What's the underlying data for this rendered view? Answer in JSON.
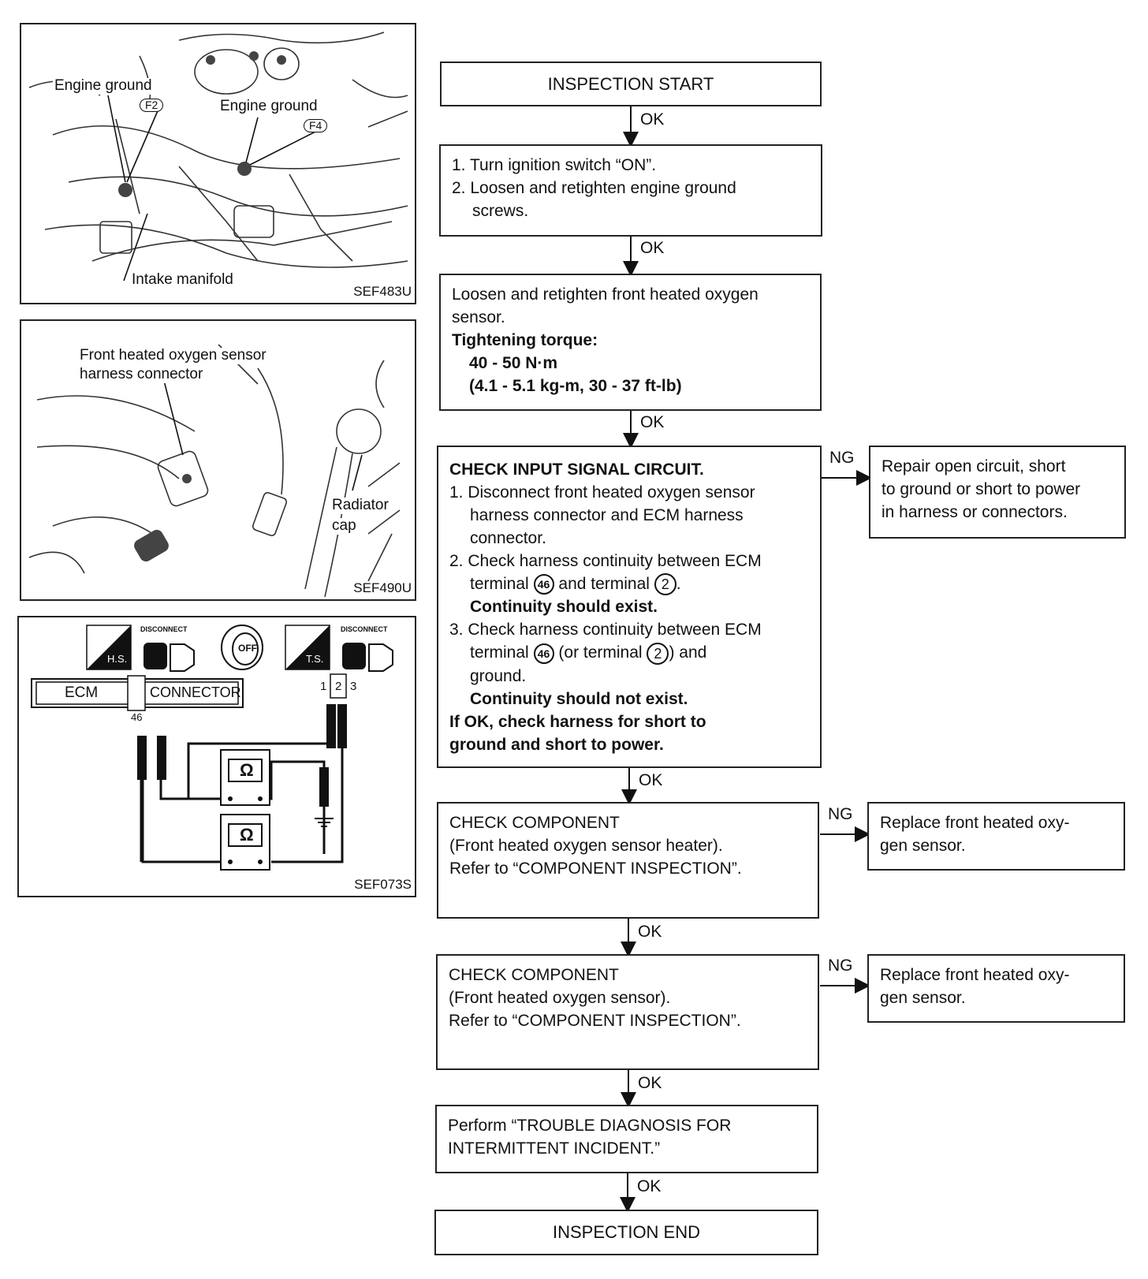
{
  "figures": {
    "fig1": {
      "code": "SEF483U",
      "label_ground1": "Engine ground",
      "tag1": "F2",
      "label_ground2": "Engine ground",
      "tag2": "F4",
      "label_manifold": "Intake manifold"
    },
    "fig2": {
      "code": "SEF490U",
      "label_sensor_l1": "Front heated oxygen sensor",
      "label_sensor_l2": "harness connector",
      "label_cap_l1": "Radiator",
      "label_cap_l2": "cap"
    },
    "fig3": {
      "code": "SEF073S",
      "hs": "H.S.",
      "ts": "T.S.",
      "disconnect": "DISCONNECT",
      "off": "OFF",
      "ecm": "ECM",
      "connector": "CONNECTOR",
      "pin46": "46",
      "pins": [
        "1",
        "2",
        "3"
      ],
      "ohm": "Ω"
    }
  },
  "flow": {
    "start": "INSPECTION START",
    "step1": {
      "l1": "1. Turn ignition switch “ON”.",
      "l2": "2. Loosen and retighten engine ground",
      "l3": "screws."
    },
    "step2": {
      "l1": "Loosen and retighten front heated oxygen",
      "l2": "sensor.",
      "l3": "Tightening torque:",
      "l4": "40 - 50 N·m",
      "l5": "(4.1 - 5.1 kg-m, 30 - 37 ft-lb)"
    },
    "step3": {
      "title": "CHECK INPUT SIGNAL CIRCUIT.",
      "i1a": "1. Disconnect front heated oxygen sensor",
      "i1b": "harness connector and ECM harness",
      "i1c": "connector.",
      "i2a": "2. Check harness continuity between ECM",
      "i2b_pre": "terminal",
      "t46": "46",
      "i2b_mid": "and terminal",
      "t2": "2",
      "i2b_end": ".",
      "i2c": "Continuity should exist.",
      "i3a": "3. Check harness continuity between ECM",
      "i3b_pre": "terminal",
      "i3b_mid": "(or terminal",
      "i3b_end": ") and",
      "i3c": "ground.",
      "i3d": "Continuity should not exist.",
      "f1": "If OK, check harness for short to",
      "f2": "ground and short to power."
    },
    "step4": {
      "l1": "CHECK COMPONENT",
      "l2": "(Front heated oxygen sensor heater).",
      "l3": "Refer to “COMPONENT INSPECTION”."
    },
    "step5": {
      "l1": "CHECK COMPONENT",
      "l2": "(Front heated oxygen sensor).",
      "l3": "Refer to “COMPONENT INSPECTION”."
    },
    "step6": {
      "l1": "Perform “TROUBLE DIAGNOSIS FOR",
      "l2": "INTERMITTENT INCIDENT.”"
    },
    "end": "INSPECTION END",
    "ng1": {
      "l1": "Repair open circuit, short",
      "l2": "to ground or short to power",
      "l3": "in harness or connectors."
    },
    "ng2": {
      "l1": "Replace front heated oxy-",
      "l2": "gen sensor."
    },
    "ng3": {
      "l1": "Replace front heated oxy-",
      "l2": "gen sensor."
    },
    "ok": "OK",
    "ng": "NG"
  }
}
